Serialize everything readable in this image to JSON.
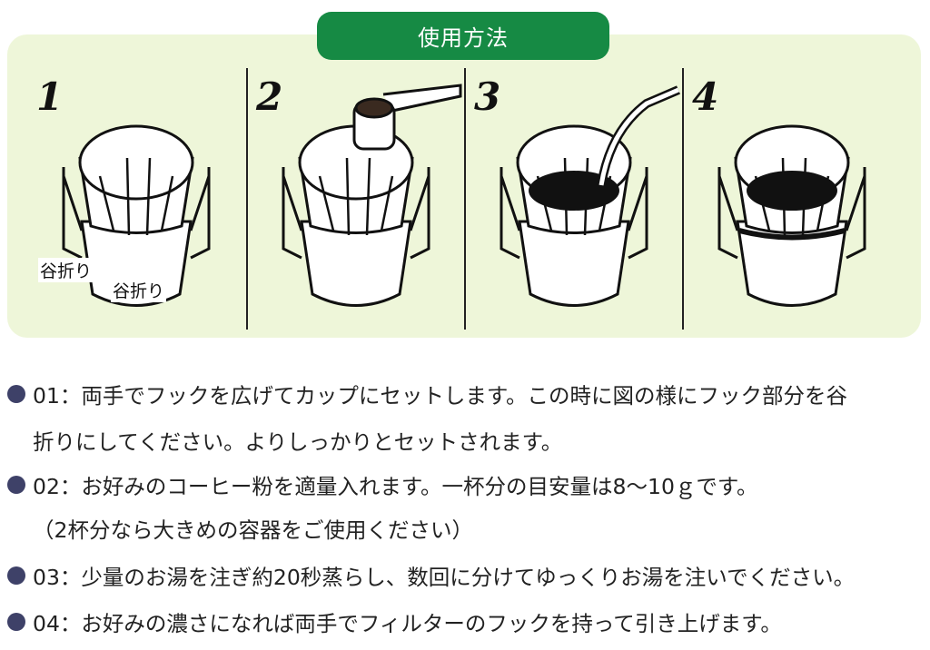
{
  "header": {
    "title": "使用方法"
  },
  "colors": {
    "header_green": "#168a44",
    "panel_bg": "#eef6d9",
    "bullet": "#3e4168"
  },
  "steps": [
    {
      "number": "1",
      "fold_label_left": "谷折り",
      "fold_label_right": "谷折り"
    },
    {
      "number": "2"
    },
    {
      "number": "3"
    },
    {
      "number": "4"
    }
  ],
  "instructions": [
    {
      "bullet": "bullet-dot",
      "line1": "01：両手でフックを広げてカップにセットします。この時に図の様にフック部分を谷",
      "line2": "折りにしてください。よりしっかりとセットされます。"
    },
    {
      "bullet": "bullet-dot",
      "line1": "02：お好みのコーヒー粉を適量入れます。一杯分の目安量は8～10ｇです。",
      "line2": "（2杯分なら大きめの容器をご使用ください）"
    },
    {
      "bullet": "bullet-dot",
      "line1": "03：少量のお湯を注ぎ約20秒蒸らし、数回に分けてゆっくりお湯を注いでください。"
    },
    {
      "bullet": "bullet-dot",
      "line1": "04：お好みの濃さになれば両手でフィルターのフックを持って引き上げます。"
    }
  ]
}
